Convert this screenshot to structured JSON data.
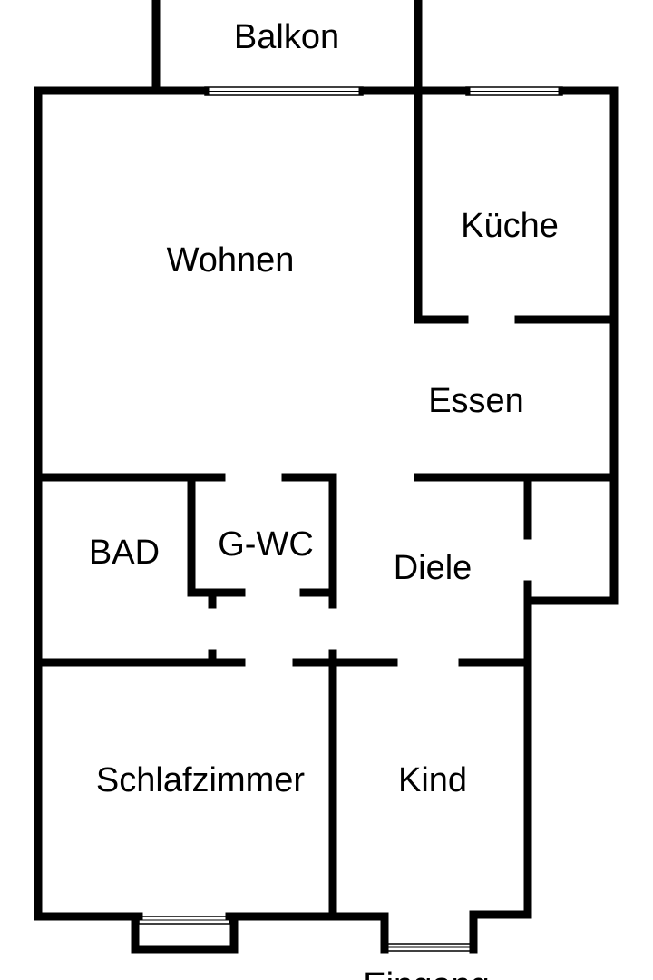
{
  "plan": {
    "wall_color": "#000000",
    "background_color": "#ffffff",
    "rooms": {
      "balkon": "Balkon",
      "wohnen": "Wohnen",
      "kueche": "Küche",
      "essen": "Essen",
      "bad": "BAD",
      "gwc": "G-WC",
      "diele": "Diele",
      "schlafzimmer": "Schlafzimmer",
      "kind": "Kind",
      "eingang": "Eingang"
    }
  }
}
